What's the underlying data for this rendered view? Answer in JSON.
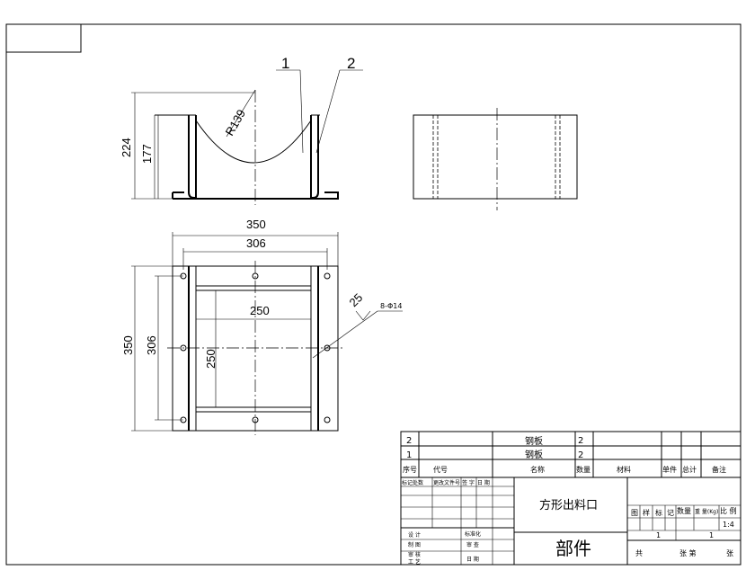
{
  "dimensions": {
    "d224": "224",
    "d177": "177",
    "r139": "R139",
    "d350_top": "350",
    "d306_top": "306",
    "d250_h": "250",
    "d350_left": "350",
    "d306_left": "306",
    "d250_v": "250",
    "d25": "25",
    "hole_note": "8-Φ14"
  },
  "callouts": {
    "c1": "1",
    "c2": "2"
  },
  "bom": {
    "rows": [
      {
        "index": "2",
        "name": "钢板",
        "qty": "2"
      },
      {
        "index": "1",
        "name": "钢板",
        "qty": "2"
      }
    ],
    "header": {
      "index": "序号",
      "code": "代号",
      "name": "名称",
      "qty": "数量",
      "material": "材料",
      "unit_total": "单件",
      "total": "总计",
      "remark": "备注"
    }
  },
  "title_block": {
    "rev_headers": [
      "标记处数",
      "更改文件号",
      "签 字",
      "日 期"
    ],
    "sign_left": [
      "设 计",
      "制 图",
      "审 核",
      "工 艺"
    ],
    "sign_right": [
      "标准化",
      "审 查",
      "日 期"
    ],
    "drawing_name": "方形出料口",
    "category": "部件",
    "stage_labels": [
      "图",
      "样",
      "标",
      "记"
    ],
    "qty_label": "数量",
    "weight_label": "重 量(Kg)",
    "scale_label": "比 例",
    "scale_value": "1:4",
    "qty_value_1": "1",
    "qty_value_2": "1",
    "sheet_total": "共",
    "sheet_mid": "张 第",
    "sheet_end": "张"
  }
}
